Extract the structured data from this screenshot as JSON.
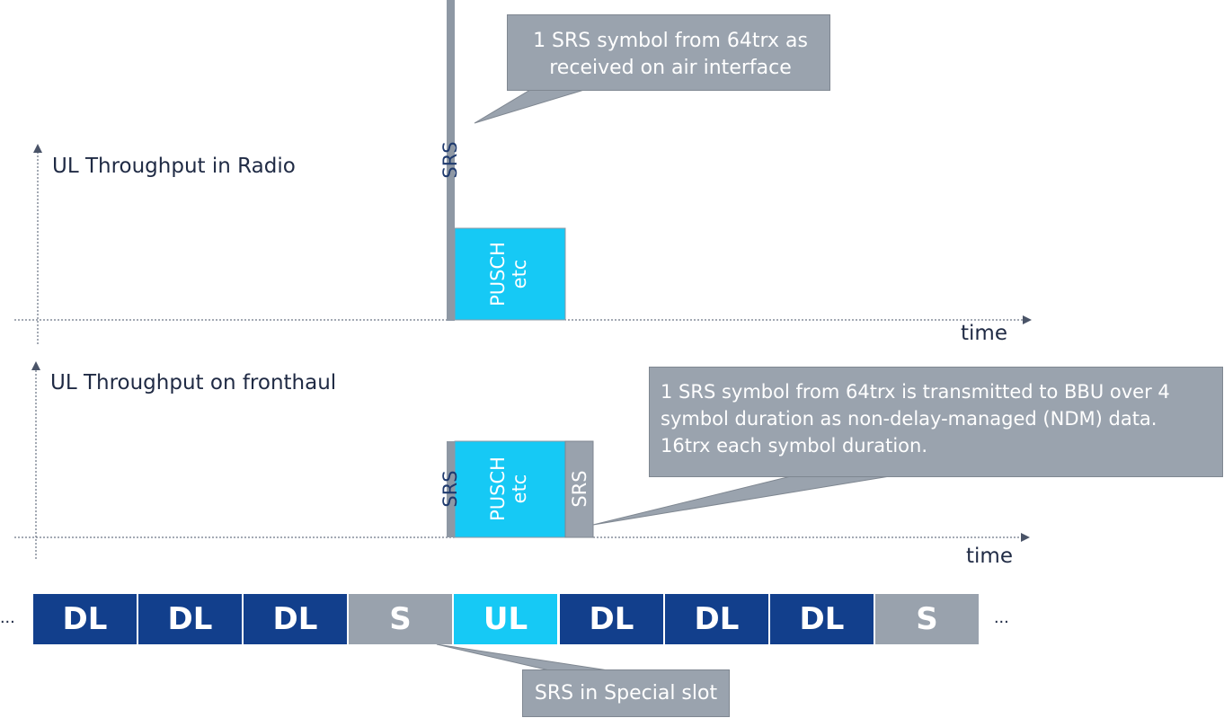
{
  "radio_chart": {
    "ylabel": "UL Throughput in Radio",
    "xlabel": "time",
    "srs_label": "SRS",
    "pusch_label_line1": "PUSCH",
    "pusch_label_line2": "etc",
    "callout": "1 SRS symbol from 64trx as received on air interface"
  },
  "fronthaul_chart": {
    "ylabel": "UL Throughput on fronthaul",
    "xlabel": "time",
    "srs_label_left": "SRS",
    "pusch_label_line1": "PUSCH",
    "pusch_label_line2": "etc",
    "srs_label_right": "SRS",
    "callout_line1": "1 SRS symbol from 64trx is transmitted to BBU over 4",
    "callout_line2": "symbol duration as non-delay-managed (NDM) data.",
    "callout_line3": "16trx each symbol duration."
  },
  "slot_row": {
    "leading_ellipsis": "...",
    "trailing_ellipsis": "...",
    "slots": [
      "DL",
      "DL",
      "DL",
      "S",
      "UL",
      "DL",
      "DL",
      "DL",
      "S"
    ],
    "callout": "SRS in Special slot"
  },
  "colors": {
    "dl": "#123f8c",
    "special": "#99a2ad",
    "ul": "#16c9f5",
    "pusch": "#16c9f5",
    "srs": "#8e98a4",
    "callout": "#9aa3ae"
  }
}
